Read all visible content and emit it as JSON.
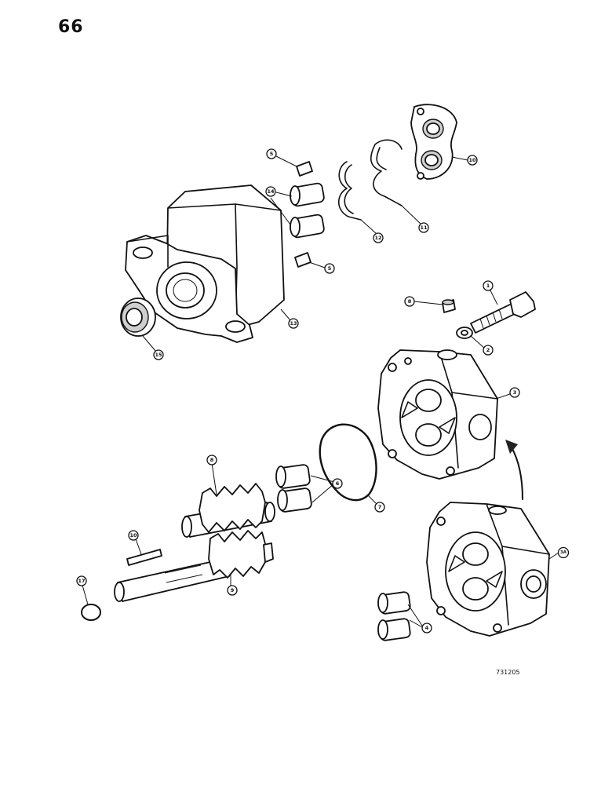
{
  "page": {
    "number": "66",
    "figure_code": "731205"
  },
  "callouts": {
    "c1": "1",
    "c2": "2",
    "c3": "3",
    "c3a": "3A",
    "c4a": "4",
    "c4b": "4",
    "c5a": "5",
    "c5b": "5",
    "c6": "6",
    "c7": "7",
    "c8a": "8",
    "c8b": "8",
    "c9": "9",
    "c10a": "10",
    "c10b": "10",
    "c11": "11",
    "c12": "12",
    "c13": "13",
    "c14": "14",
    "c15": "15",
    "c17": "17"
  }
}
